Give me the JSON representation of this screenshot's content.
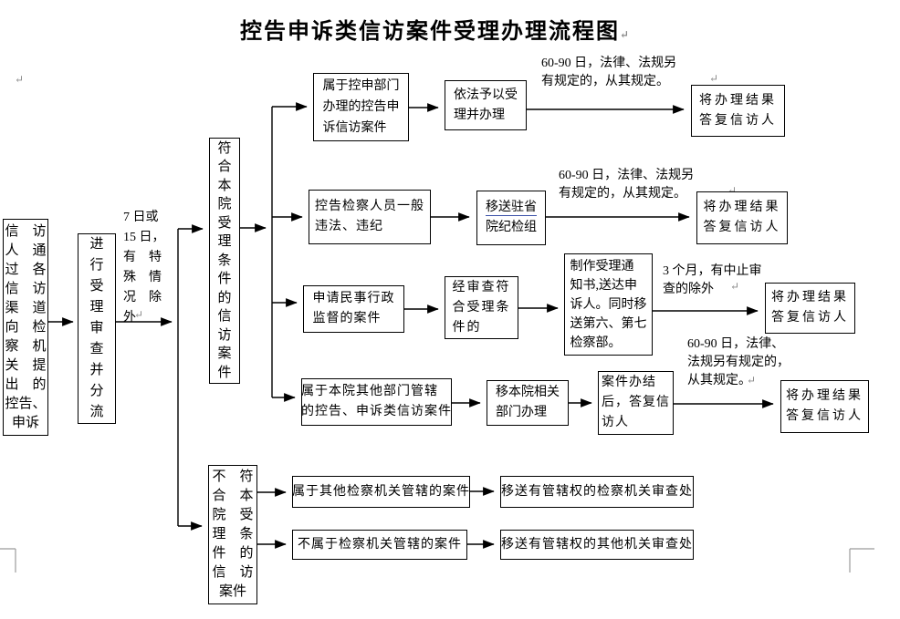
{
  "title": "控告申诉类信访案件受理办理流程图",
  "symbols": {
    "return_mark": "↵"
  },
  "colors": {
    "line": "#000000",
    "corner_mark": "#9b9b9b",
    "underline": "#3c52a8"
  },
  "nodes": {
    "source": "信　访\n人　通\n过　各\n信　访\n渠　道\n向　检\n察　机\n关　提\n出　的\n控告、\n申诉",
    "triage": "进\n行\n受\n理\n审\n查\n并\n分\n流",
    "meets": "符\n合\n本\n院\n受\n理\n条\n件\n的\n信\n访\n案\n件",
    "not_meets": "不　符\n合　本\n院　受\n理　条\n件　的\n信　访\n案件",
    "r1_case": "属于控申部门\n办理的控告申\n诉信访案件",
    "r1_accept": "依法予以受\n理并办理",
    "r1_result": "将办理结果\n答复信访人",
    "r2_case": "控告检察人员一般\n违法、违纪",
    "r2_transfer_line1": "移送驻省",
    "r2_transfer_line2": "院纪检组",
    "r2_result": "将办理结果\n答复信访人",
    "r3_case": "申请民事行政\n监督的案件",
    "r3_review": "经审查符\n合受理条\n件的",
    "r3_notice": "制作受理通\n知书,送达申\n诉人。同时移\n送第六、第七\n检察部。",
    "r3_result": "将办理结果\n答复信访人",
    "r4_case": "属于本院其他部门管辖\n的控告、申诉类信访案件",
    "r4_transfer": "移本院相关\n部门办理",
    "r4_close": "案件办结\n后，答复信\n访人",
    "r4_result": "将办理结果\n答复信访人",
    "r5_case": "属于其他检察机关管辖的案件",
    "r5_action": "移送有管辖权的检察机关审查处",
    "r6_case": "不属于检察机关管辖的案件",
    "r6_action": "移送有管辖权的其他机关审查处"
  },
  "labels": {
    "triage_deadline": "7 日或\n15 日，\n有　特\n殊　情\n况　除\n外",
    "r1_deadline": "60-90 日，法律、法规另\n有规定的，从其规定。",
    "r2_deadline": "60-90 日，法律、法规另\n有规定的，从其规定。",
    "r3_deadline": "3 个月，有中止审\n查的除外",
    "r4_deadline": "60-90 日，法律、\n法规另有规定的，\n从其规定。"
  }
}
